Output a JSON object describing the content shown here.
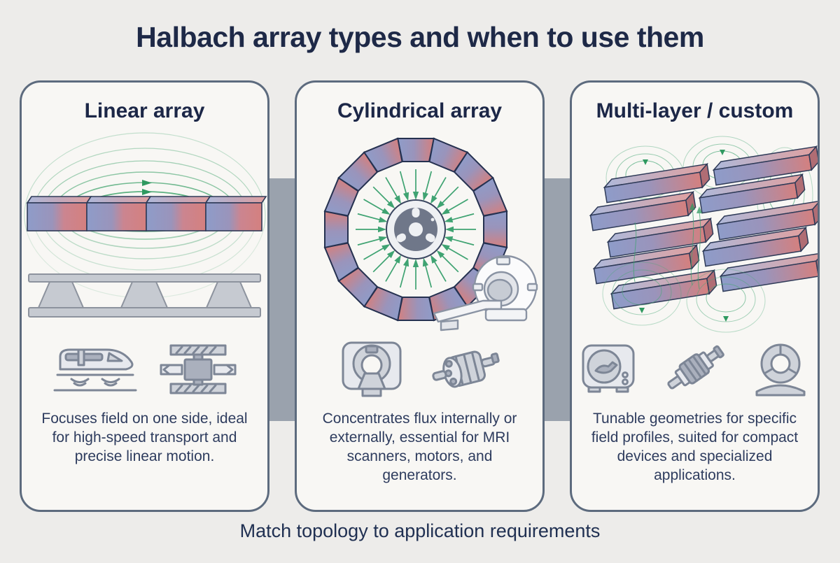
{
  "title": "Halbach array types and when to use them",
  "footer": "Match topology to application requirements",
  "cards": [
    {
      "id": "linear",
      "title": "Linear array",
      "description": "Focuses field on one side, ideal for high-speed transport and precise linear motion.",
      "illustration": "linear Halbach bar of 4 magnets with one-sided green field lines above and a rail truss below",
      "icon_names": [
        "maglev-train-icon",
        "linear-actuator-icon"
      ]
    },
    {
      "id": "cylindrical",
      "title": "Cylindrical array",
      "description": "Concentrates flux internally or externally, essential for MRI scanners, motors, and generators.",
      "illustration": "ring of 16 magnet segments with green flux arrows pointing inward to a rotor hub, MRI scanner at lower right",
      "icon_names": [
        "mri-scanner-icon",
        "rotor-icon"
      ]
    },
    {
      "id": "multilayer",
      "title": "Multi-layer / custom",
      "description": "Tunable geometries for specific field profiles, suited for compact devices and specialized applications.",
      "illustration": "stacked layers of magnet bars with green field loops above, below and threading through the stack",
      "icon_names": [
        "compact-device-icon",
        "coupling-icon",
        "blower-icon"
      ]
    }
  ],
  "colors": {
    "background": "#edecea",
    "card_background": "#f8f7f4",
    "card_border": "#5d6b7e",
    "title_text": "#1e2947",
    "body_text": "#2e3c5e",
    "field_green": "#3fa372",
    "magnet_blue": "#8e9cc9",
    "magnet_red": "#d4807f",
    "connector_gray": "#9aa2ad",
    "icon_gray": "#7d8696"
  }
}
